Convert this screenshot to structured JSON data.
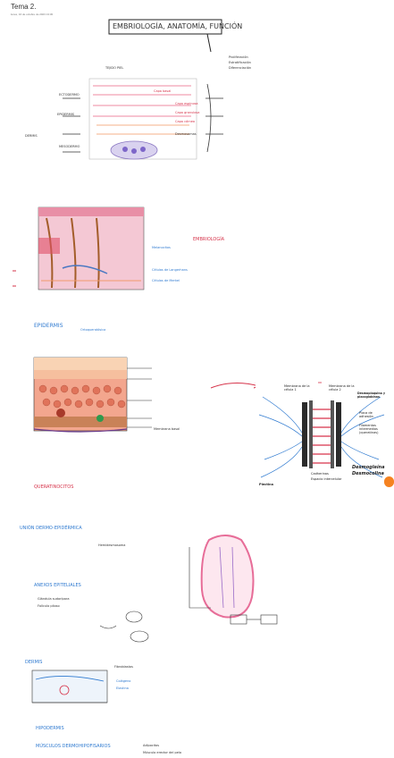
{
  "note": {
    "title": "Tema 2.",
    "date": "lunes, 16 de octubre de 2023   13:30"
  },
  "headings": {
    "main": "EMBRIOLOGÍA, ANATOMÍA, FUNCIÓN",
    "embriologia": "EMBRIOLOGÍA",
    "epidermis": "EPIDERMIS",
    "queratinocitos": "QUERATINOCITOS",
    "union": "UNIÓN DERMO-EPIDÉRMICA",
    "anexos": "ANEXOS EPITELIALES",
    "dermis": "DERMIS",
    "hipodermis": "HIPODERMIS",
    "musculos": "MÚSCULOS DERMOHIPOFISARIOS"
  },
  "handwriting": {
    "t1": "TEJIDO PIEL",
    "t2": "ECTODERMO",
    "t3": "MESODERMO",
    "t4": "DERMIS",
    "t5": "EPIDERMIS",
    "t6": "Proliferación",
    "t7": "Estratificación",
    "t8": "Diferenciación",
    "t9": "Capa basal",
    "t10": "Capa espinosa",
    "t11": "Capa granulosa",
    "t12": "Capa córnea",
    "t13": "Desmosomas",
    "t14": "Melanocitos",
    "t15": "Células de Langerhans",
    "t16": "Células de Merkel",
    "t17": "Membrana basal",
    "t18": "Ortoqueratósica",
    "t19": "Hemidesmosoma",
    "t20": "Glándula sudorípara",
    "t21": "Folículo piloso",
    "t22": "Colágeno",
    "t23": "Elastina",
    "t24": "Fibroblastos",
    "t25": "Adipocitos",
    "t26": "Músculo erector del pelo"
  },
  "diagram": {
    "desmosome": {
      "left_label": "Membrana de la célula 1",
      "right_label": "Membrana de la célula 2",
      "top_right_label": "Desmoplaquina y placoglobinas",
      "plate_label": "Placa de adhesión",
      "filament_label": "Filamentos intermedios (queratinas)",
      "bottom_label_1": "Desmogleína",
      "bottom_label_2": "Desmocolina",
      "cadherin_label": "Cadherinas",
      "space_label": "Espacio intercelular",
      "plectin_label": "Plectina"
    }
  },
  "colors": {
    "accent": "#f58220",
    "ink_blue": "#2f7ad0",
    "ink_red": "#d6334a",
    "ink_dark": "#333333"
  }
}
